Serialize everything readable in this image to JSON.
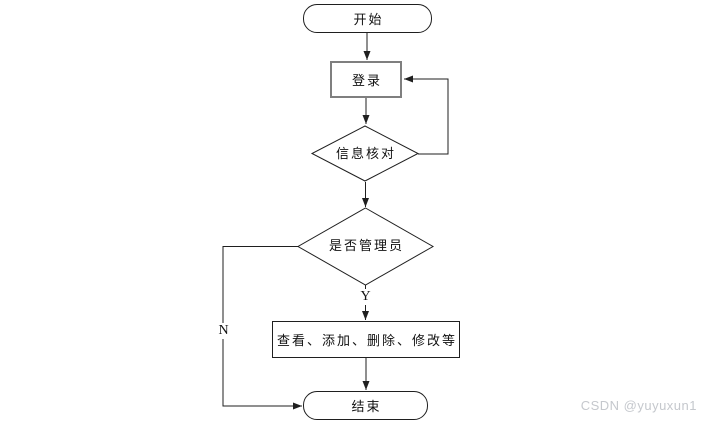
{
  "flowchart": {
    "nodes": {
      "start": {
        "label": "开始",
        "type": "terminator"
      },
      "login": {
        "label": "登录",
        "type": "process"
      },
      "verify": {
        "label": "信息核对",
        "type": "decision"
      },
      "is_admin": {
        "label": "是否管理员",
        "type": "decision"
      },
      "admin_ops": {
        "label": "查看、添加、删除、修改等",
        "type": "process"
      },
      "end": {
        "label": "结束",
        "type": "terminator"
      }
    },
    "branch_labels": {
      "yes": "Y",
      "no": "N"
    }
  },
  "watermark": {
    "text": "CSDN @yuyuxun1"
  },
  "colors": {
    "background": "#ffffff",
    "line": "#1f1f1f",
    "login_border": "#7f7f7f",
    "text": "#111111",
    "watermark": "#c5c8cd"
  }
}
